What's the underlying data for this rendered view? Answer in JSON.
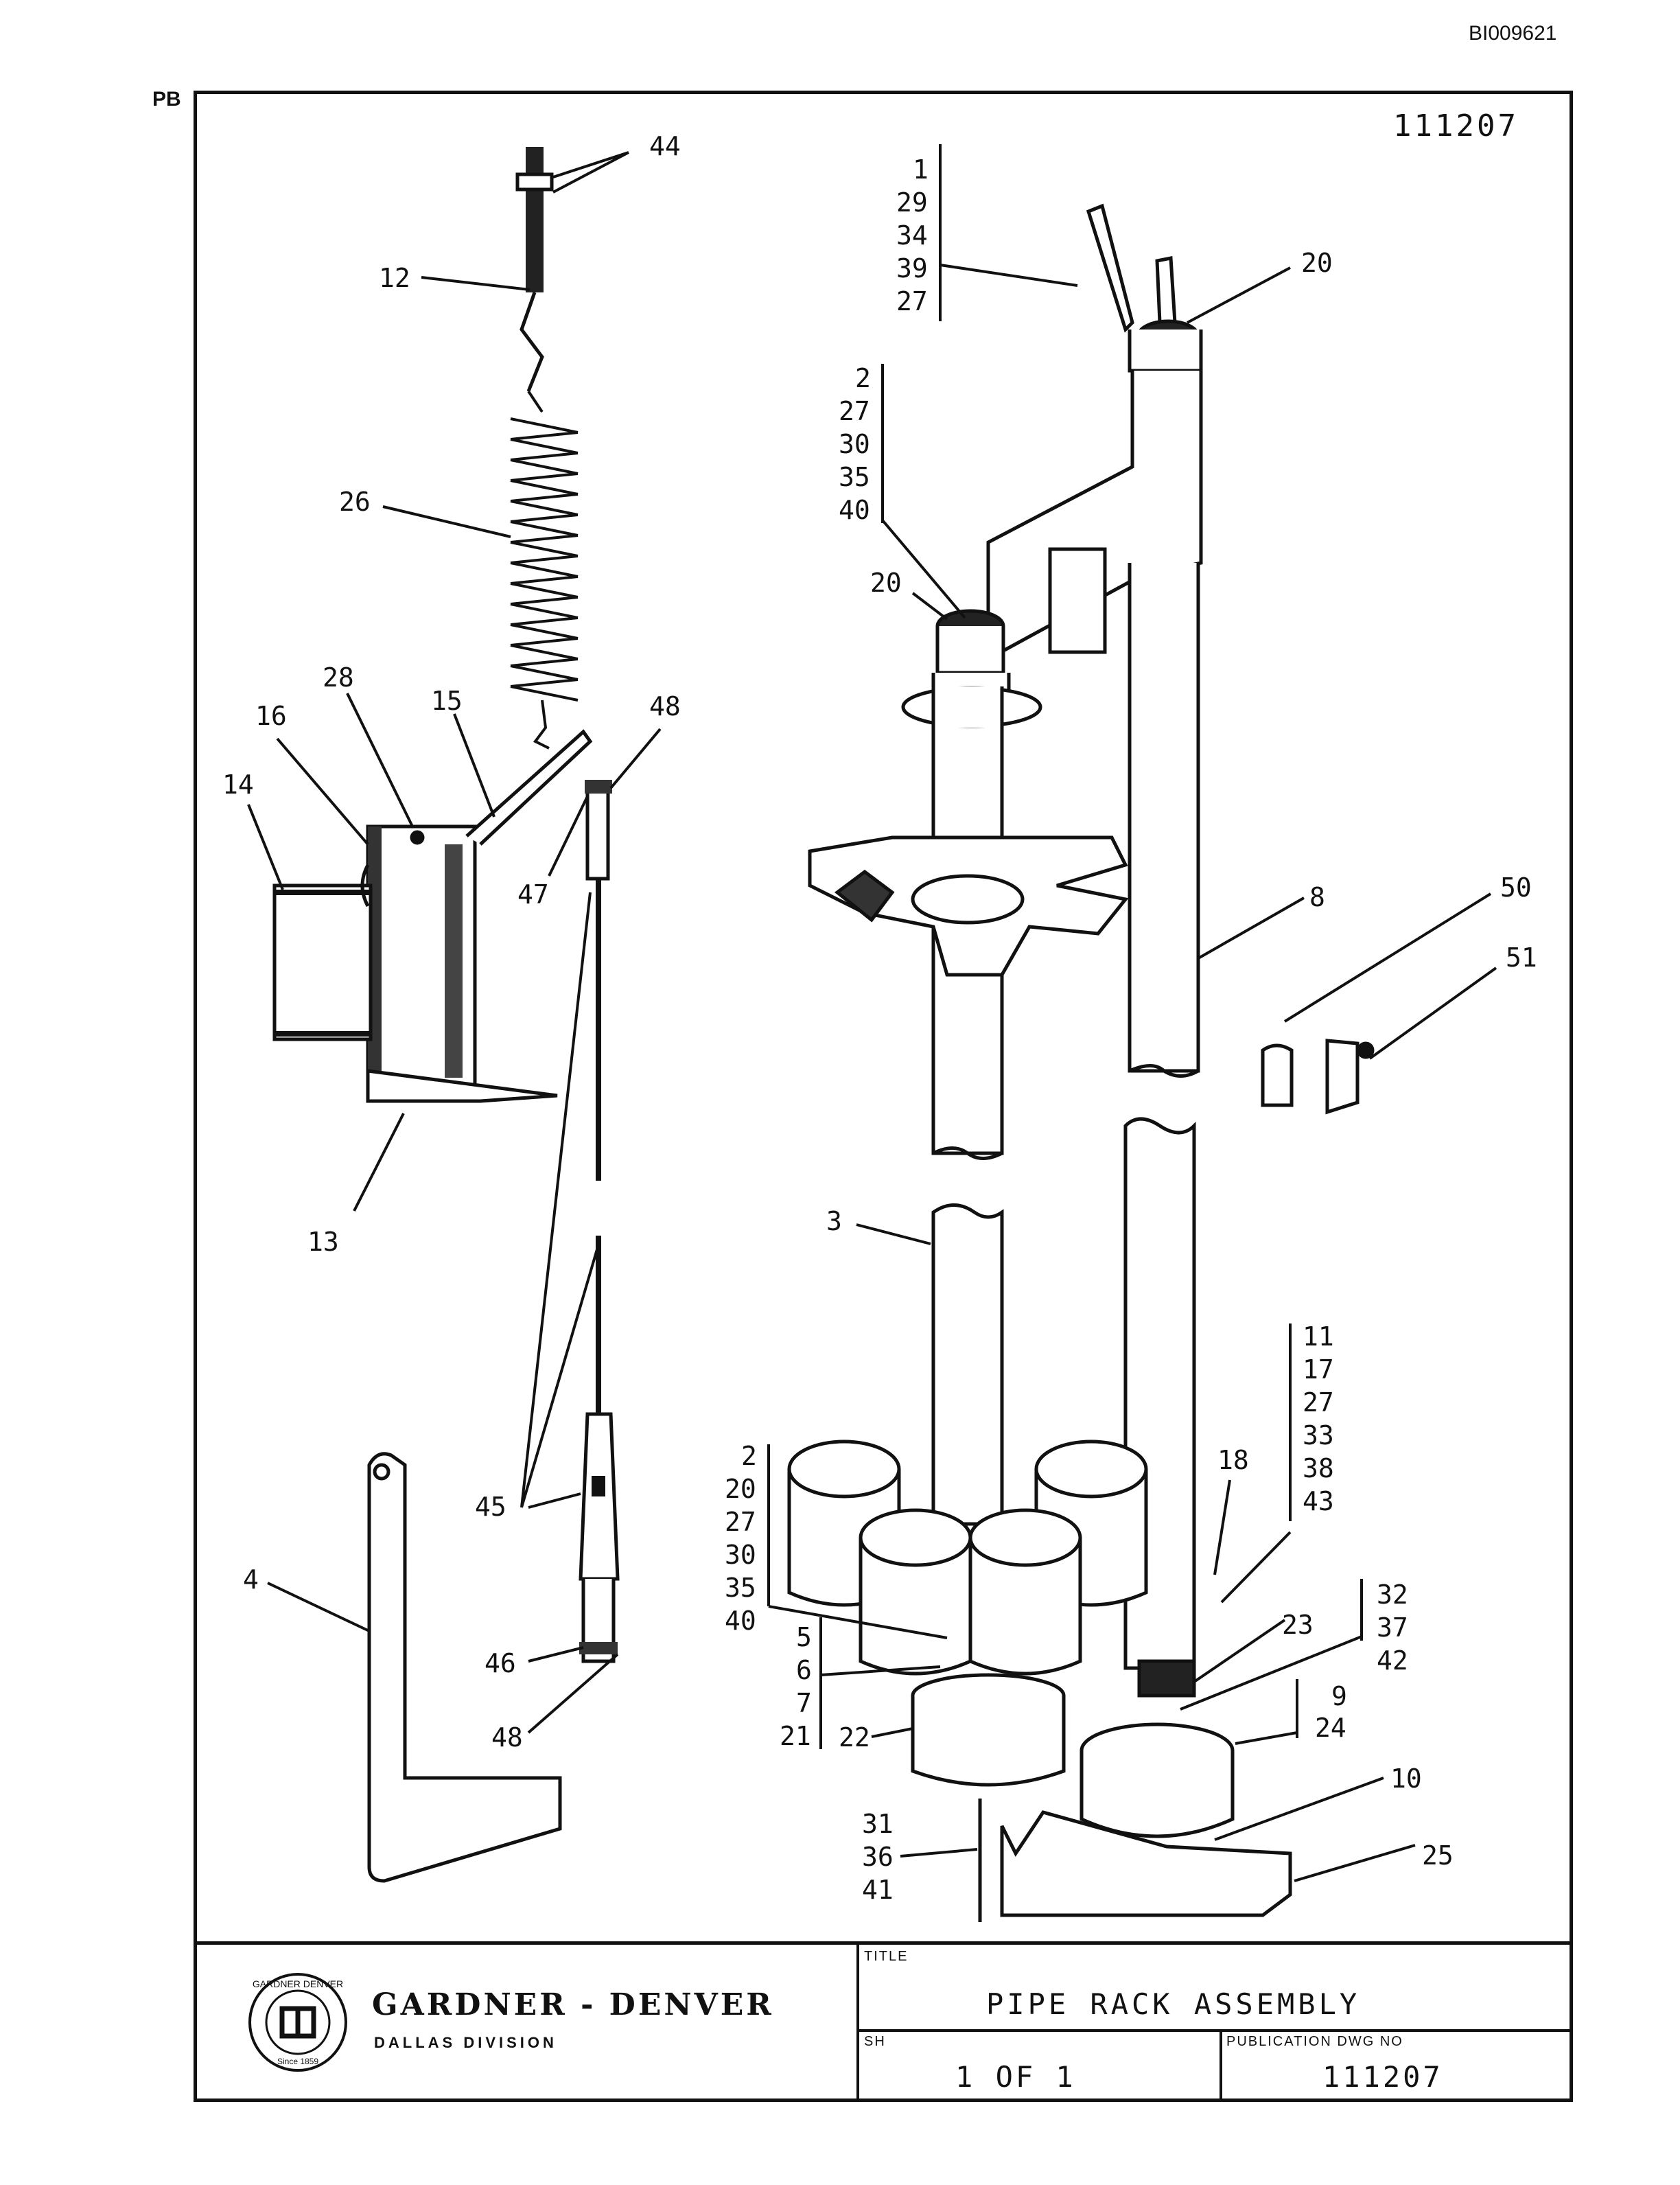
{
  "document_id": "BI009621",
  "corner_mark": "PB",
  "drawing_number": "111207",
  "callouts": {
    "c44": "44",
    "c12": "12",
    "c26": "26",
    "c28": "28",
    "c16": "16",
    "c15": "15",
    "c14": "14",
    "c48a": "48",
    "c47": "47",
    "c13": "13",
    "c45": "45",
    "c46": "46",
    "c48b": "48",
    "c4": "4",
    "c20a": "20",
    "c20b": "20",
    "c8": "8",
    "c50": "50",
    "c51": "51",
    "c3": "3",
    "c18": "18",
    "c23": "23",
    "c10": "10",
    "c25": "25",
    "c22": "22",
    "group1": [
      "1",
      "29",
      "34",
      "39",
      "27"
    ],
    "group2": [
      "2",
      "27",
      "30",
      "35",
      "40"
    ],
    "group3": [
      "2",
      "20",
      "27",
      "30",
      "35",
      "40"
    ],
    "group4": [
      "5",
      "6",
      "7",
      "21"
    ],
    "group5": [
      "11",
      "17",
      "27",
      "33",
      "38",
      "43"
    ],
    "group6": [
      "32",
      "37",
      "42"
    ],
    "group7": [
      "9",
      "24"
    ],
    "group8": [
      "31",
      "36",
      "41"
    ]
  },
  "title_block": {
    "company_name": "GARDNER - DENVER",
    "division": "DALLAS DIVISION",
    "logo_text": "GARDNER DENVER · SINCE 1859",
    "title_label": "TITLE",
    "title": "PIPE RACK ASSEMBLY",
    "sheet_label": "SH",
    "sheet": "1 OF 1",
    "pub_label": "PUBLICATION DWG NO",
    "pub_number": "111207"
  }
}
